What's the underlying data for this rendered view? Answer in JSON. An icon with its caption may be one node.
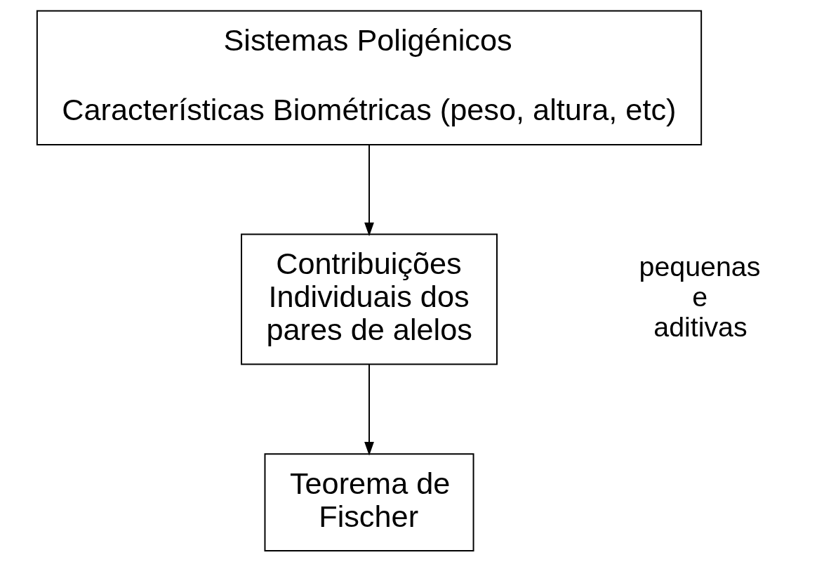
{
  "diagram": {
    "nodes": [
      {
        "text": [
          "Sistemas Poligénicos",
          "Características Biométricas (peso, altura, etc)"
        ]
      },
      {
        "text": [
          "Contribuições Individuais dos pares de alelos"
        ],
        "beside": [
          "pequenas",
          "e",
          "aditivas"
        ]
      },
      {
        "text": [
          "Teorema de Fischer"
        ]
      }
    ],
    "edges": [
      {
        "from": 0,
        "to": 1,
        "arrow": "to"
      },
      {
        "from": 1,
        "to": 2,
        "arrow": "to"
      }
    ]
  }
}
